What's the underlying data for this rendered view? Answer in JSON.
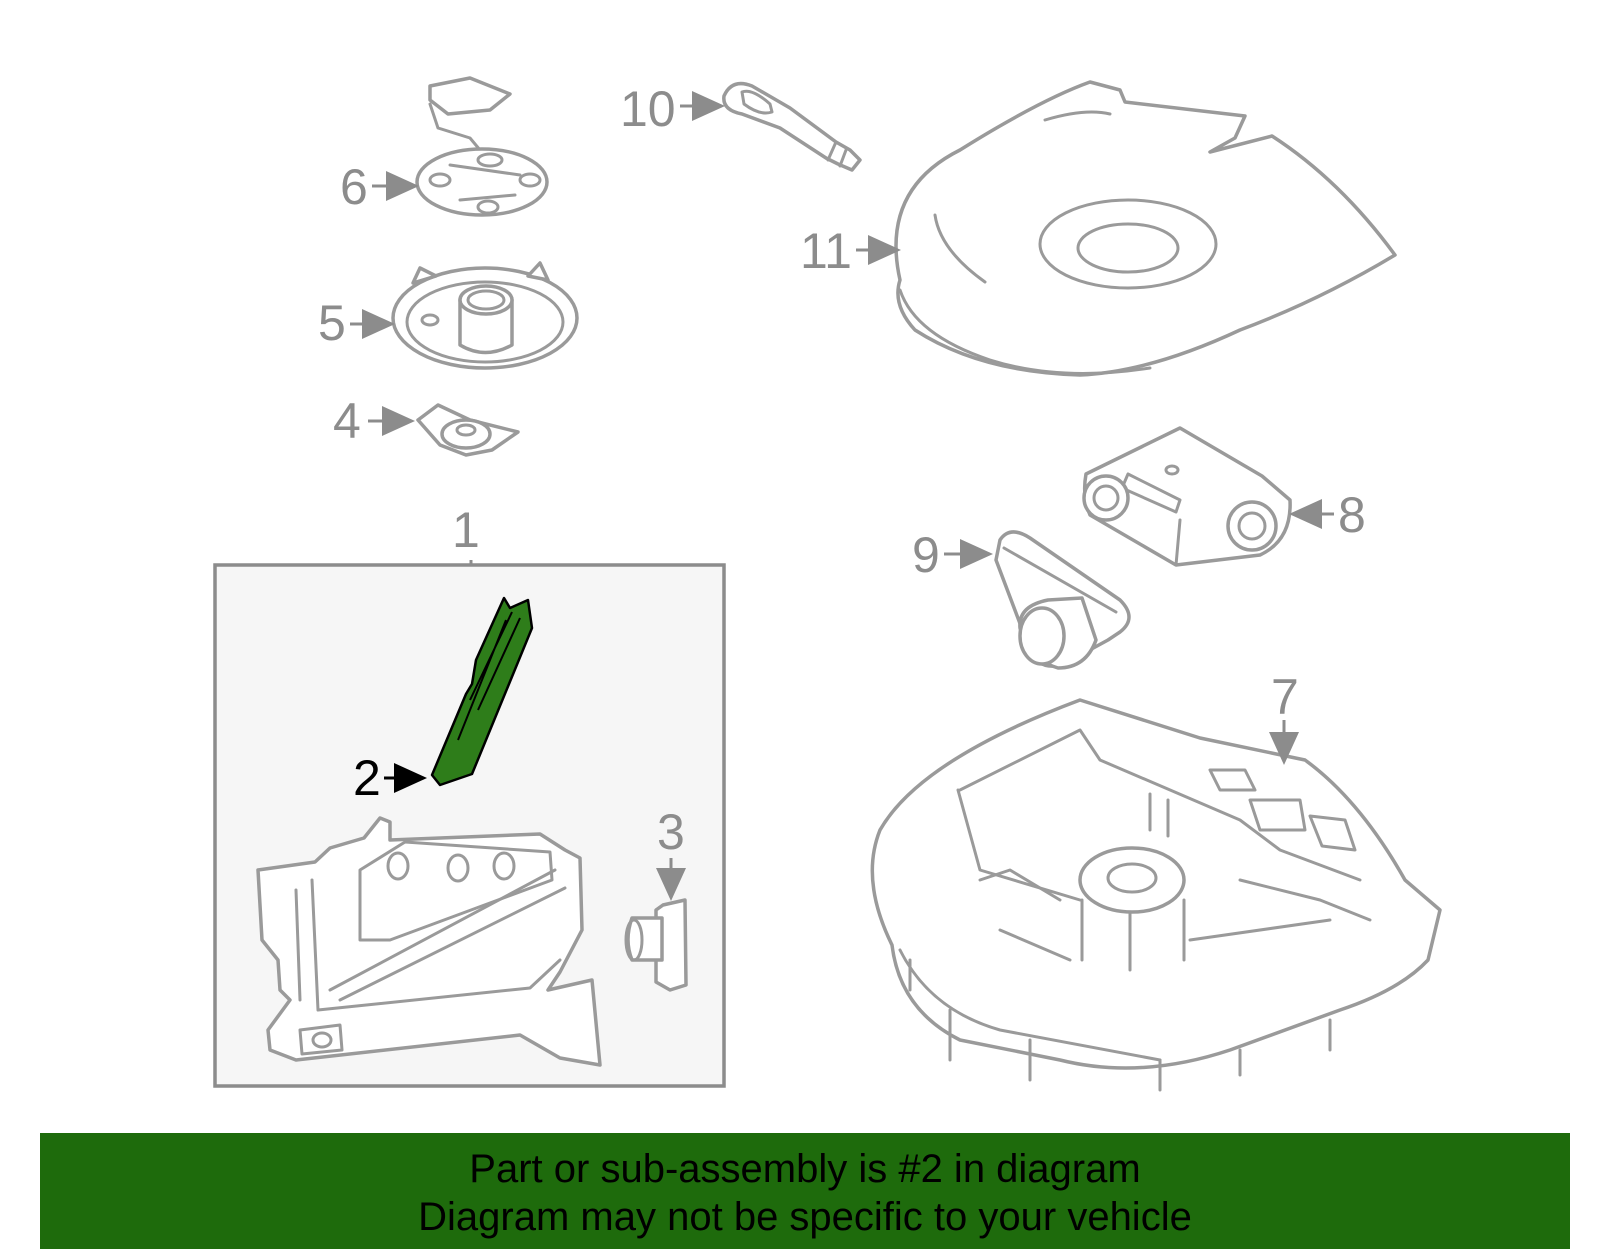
{
  "callouts": {
    "c1": "1",
    "c2": "2",
    "c3": "3",
    "c4": "4",
    "c5": "5",
    "c6": "6",
    "c7": "7",
    "c8": "8",
    "c9": "9",
    "c10": "10",
    "c11": "11"
  },
  "highlighted_part": "2",
  "colors": {
    "highlight": "#2e7d1a",
    "banner": "#1e6b0c",
    "outline": "#9a9a9a"
  },
  "banner": {
    "line1": "Part or sub-assembly is #2 in diagram",
    "line2": "Diagram may not be specific to your vehicle"
  }
}
